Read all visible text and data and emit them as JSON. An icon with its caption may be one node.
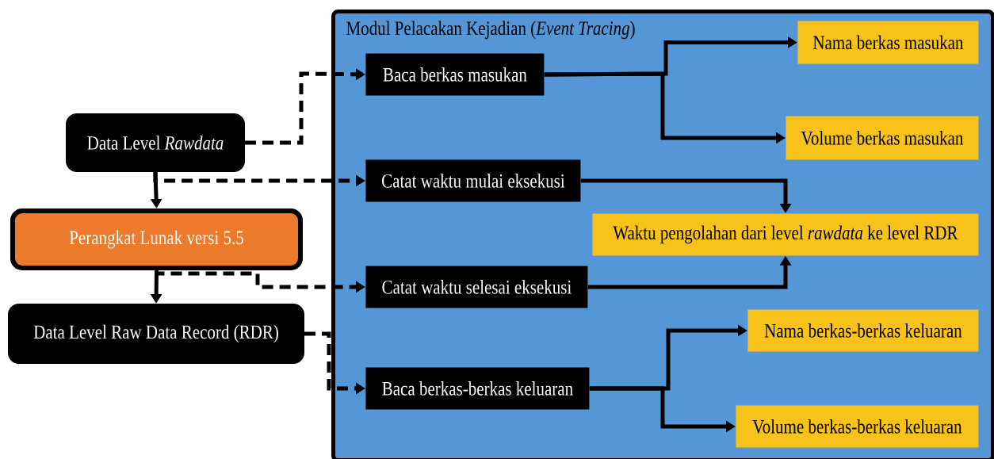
{
  "diagram": {
    "nodes": [
      {
        "text": [
          "Data Level *Rawdata*"
        ]
      },
      {
        "text": [
          "Perangkat Lunak versi 5.5"
        ]
      },
      {
        "text": [
          "Data Level Raw Data Record (RDR)"
        ]
      },
      {
        "text": [
          "Modul Pelacakan Kejadian (*Event Tracing*)"
        ]
      },
      {
        "text": [
          "Baca berkas masukan"
        ],
        "in": 3
      },
      {
        "text": [
          "Nama berkas masukan"
        ],
        "in": 3
      },
      {
        "text": [
          "Volume berkas masukan"
        ],
        "in": 3
      },
      {
        "text": [
          "Catat waktu mulai eksekusi"
        ],
        "in": 3
      },
      {
        "text": [
          "Waktu pengolahan dari level *rawdata* ke level RDR"
        ],
        "in": 3
      },
      {
        "text": [
          "Catat waktu selesai eksekusi"
        ],
        "in": 3
      },
      {
        "text": [
          "Nama berkas-berkas keluaran"
        ],
        "in": 3
      },
      {
        "text": [
          "Baca berkas-berkas keluaran"
        ],
        "in": 3
      },
      {
        "text": [
          "Volume berkas-berkas keluaran"
        ],
        "in": 3
      }
    ],
    "edges": [
      {
        "from": 0,
        "to": 1,
        "arrow": "to"
      },
      {
        "from": 1,
        "to": 2,
        "arrow": "to"
      },
      {
        "from": 0,
        "to": 4,
        "arrow": "to",
        "style": "dashed"
      },
      {
        "from": 0,
        "to": 7,
        "arrow": "to",
        "style": "dashed"
      },
      {
        "from": 1,
        "to": 9,
        "arrow": "to",
        "style": "dashed"
      },
      {
        "from": 2,
        "to": 11,
        "arrow": "to",
        "style": "dashed"
      },
      {
        "from": 4,
        "to": 5,
        "arrow": "to"
      },
      {
        "from": 4,
        "to": 6,
        "arrow": "to"
      },
      {
        "from": 7,
        "to": 8,
        "arrow": "to"
      },
      {
        "from": 9,
        "to": 8,
        "arrow": "to"
      },
      {
        "from": 11,
        "to": 10,
        "arrow": "to"
      },
      {
        "from": 11,
        "to": 12,
        "arrow": "to"
      }
    ]
  }
}
